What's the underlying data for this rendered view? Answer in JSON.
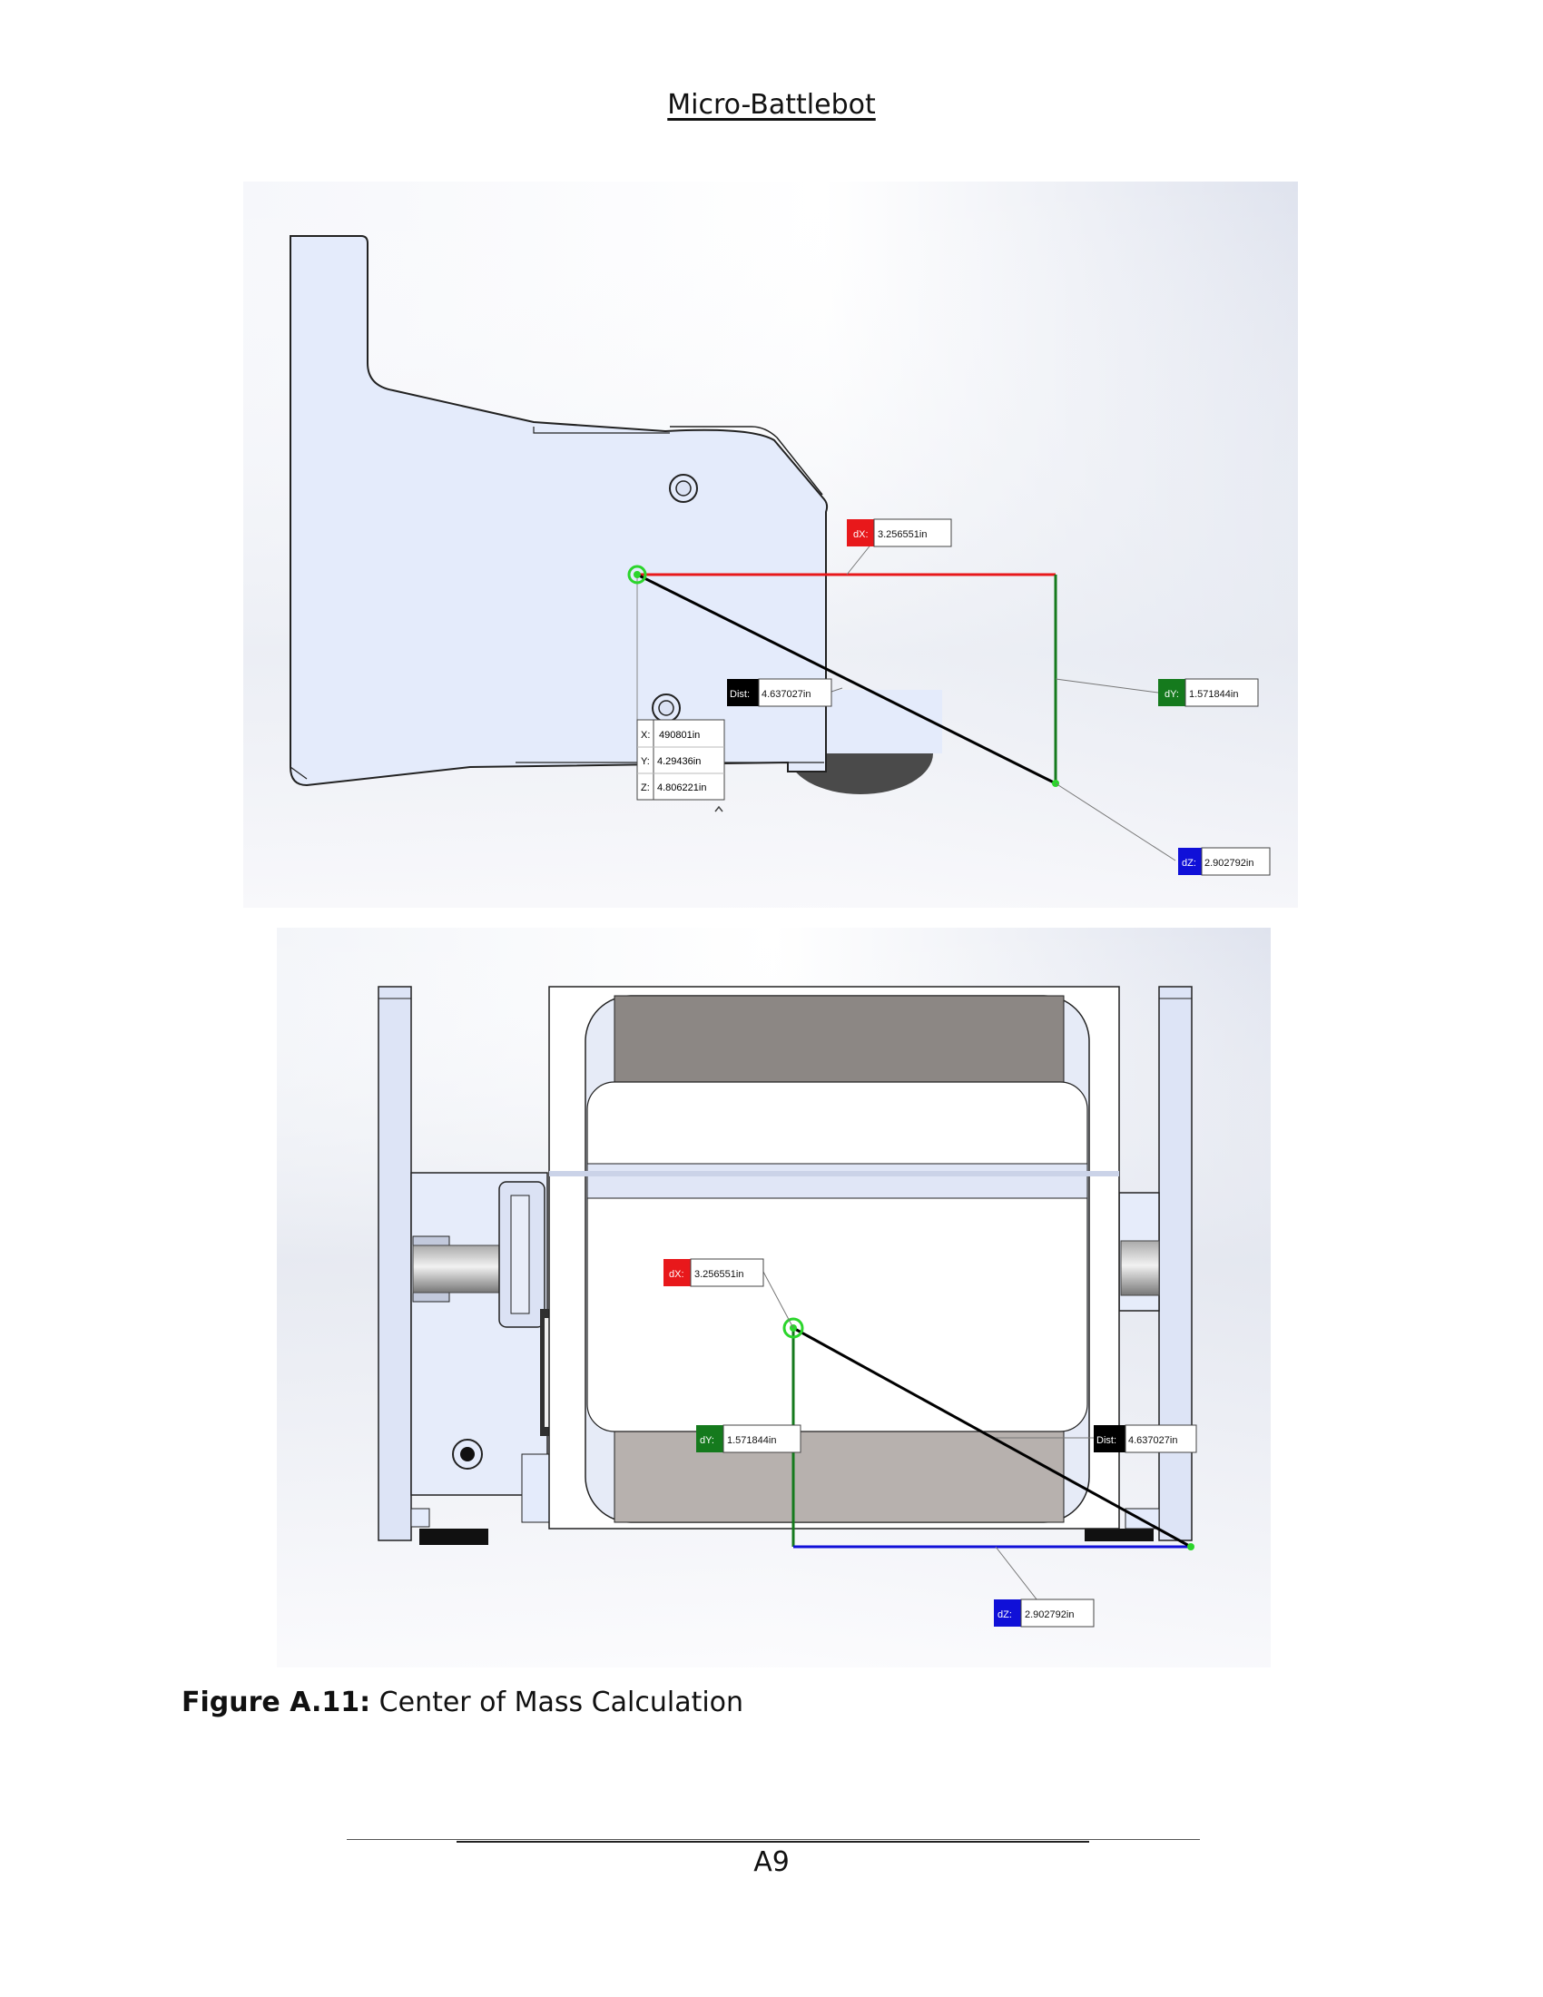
{
  "header": {
    "title": "Micro-Battlebot"
  },
  "figure": {
    "caption_label": "Figure A.11:",
    "caption_text": " Center of Mass Calculation",
    "side_view": {
      "measurements": {
        "dx": {
          "label": "dX:",
          "value": "3.256551in"
        },
        "dy": {
          "label": "dY:",
          "value": "1.571844in"
        },
        "dz": {
          "label": "dZ:",
          "value": "2.902792in"
        },
        "dist": {
          "label": "Dist:",
          "value": "4.637027in"
        }
      },
      "coordinates": {
        "x": {
          "label": "X:",
          "value": "490801in"
        },
        "y": {
          "label": "Y:",
          "value": "4.29436in"
        },
        "z": {
          "label": "Z:",
          "value": "4.806221in"
        }
      }
    },
    "top_view": {
      "measurements": {
        "dx": {
          "label": "dX:",
          "value": "3.256551in"
        },
        "dy": {
          "label": "dY:",
          "value": "1.571844in"
        },
        "dz": {
          "label": "dZ:",
          "value": "2.902792in"
        },
        "dist": {
          "label": "Dist:",
          "value": "4.637027in"
        }
      }
    },
    "colors": {
      "dx": "#e8181b",
      "dy": "#157a1d",
      "dz": "#1010d8",
      "dist": "#000000",
      "part": "#e4ebfb",
      "ground": "#eef0f6"
    }
  },
  "footer": {
    "page_number": "A9"
  }
}
